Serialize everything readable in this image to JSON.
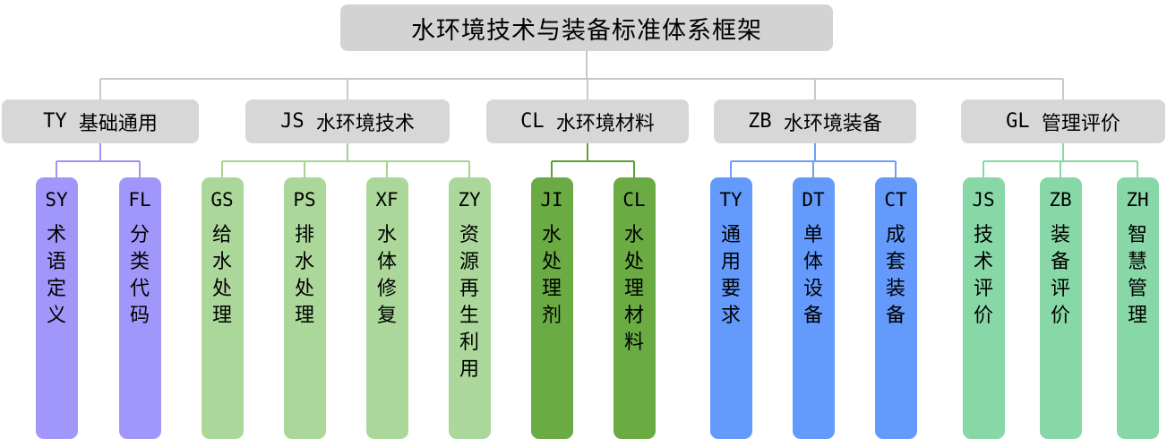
{
  "title": "水环境技术与装备标准体系框架",
  "colors": {
    "root": "#d3d3d3",
    "category": "#d7d7d7",
    "connector_root": "#c8c8c8"
  },
  "categories": [
    {
      "code": "TY",
      "name": "基础通用",
      "line_color": "#9c94f2",
      "items": [
        {
          "code": "SY",
          "name": "术语定义",
          "color": "#a197fb"
        },
        {
          "code": "FL",
          "name": "分类代码",
          "color": "#a197fb"
        }
      ]
    },
    {
      "code": "JS",
      "name": "水环境技术",
      "line_color": "#a9d291",
      "items": [
        {
          "code": "GS",
          "name": "给水处理",
          "color": "#acd79a"
        },
        {
          "code": "PS",
          "name": "排水处理",
          "color": "#acd79a"
        },
        {
          "code": "XF",
          "name": "水体修复",
          "color": "#acd79a"
        },
        {
          "code": "ZY",
          "name": "资源再生利用",
          "color": "#acd79a"
        }
      ]
    },
    {
      "code": "CL",
      "name": "水环境材料",
      "line_color": "#5e9e35",
      "items": [
        {
          "code": "JI",
          "name": "水处理剂",
          "color": "#6bab44"
        },
        {
          "code": "CL",
          "name": "水处理材料",
          "color": "#6bab44"
        }
      ]
    },
    {
      "code": "ZB",
      "name": "水环境装备",
      "line_color": "#6aa0fb",
      "items": [
        {
          "code": "TY",
          "name": "通用要求",
          "color": "#639afc"
        },
        {
          "code": "DT",
          "name": "单体设备",
          "color": "#639afc"
        },
        {
          "code": "CT",
          "name": "成套装备",
          "color": "#639afc"
        }
      ]
    },
    {
      "code": "GL",
      "name": "管理评价",
      "line_color": "#86d8a5",
      "items": [
        {
          "code": "JS",
          "name": "技术评价",
          "color": "#87d8a6"
        },
        {
          "code": "ZB",
          "name": "装备评价",
          "color": "#87d8a6"
        },
        {
          "code": "ZH",
          "name": "智慧管理",
          "color": "#87d8a6"
        }
      ]
    }
  ]
}
